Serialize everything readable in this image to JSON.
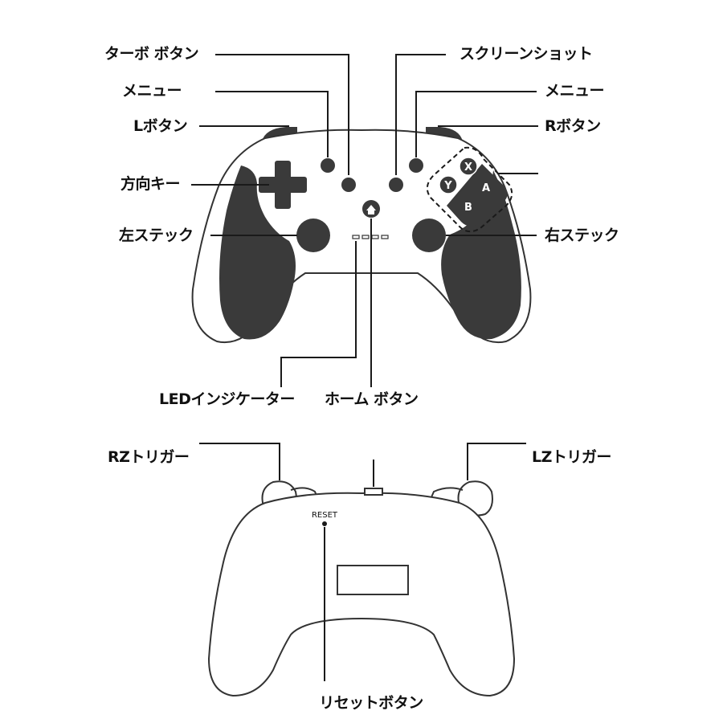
{
  "front_labels": {
    "turbo": "ターボ ボタン",
    "screenshot": "スクリーンショット",
    "menu_left": "メニュー",
    "menu_right": "メニュー",
    "l_button": "Lボタン",
    "r_button": "Rボタン",
    "dpad": "方向キー",
    "left_stick": "左ステック",
    "right_stick": "右ステック",
    "led": "LEDインジケーター",
    "home": "ホーム ボタン"
  },
  "face_buttons": {
    "x": "X",
    "y": "Y",
    "a": "A",
    "b": "B"
  },
  "back_labels": {
    "rz": "RZトリガー",
    "lz": "LZトリガー",
    "reset_print": "RESET",
    "reset_button": "リセットボタン"
  },
  "colors": {
    "grip": "#3a3a3a",
    "line": "#1a1a1a",
    "outline": "#333333"
  }
}
